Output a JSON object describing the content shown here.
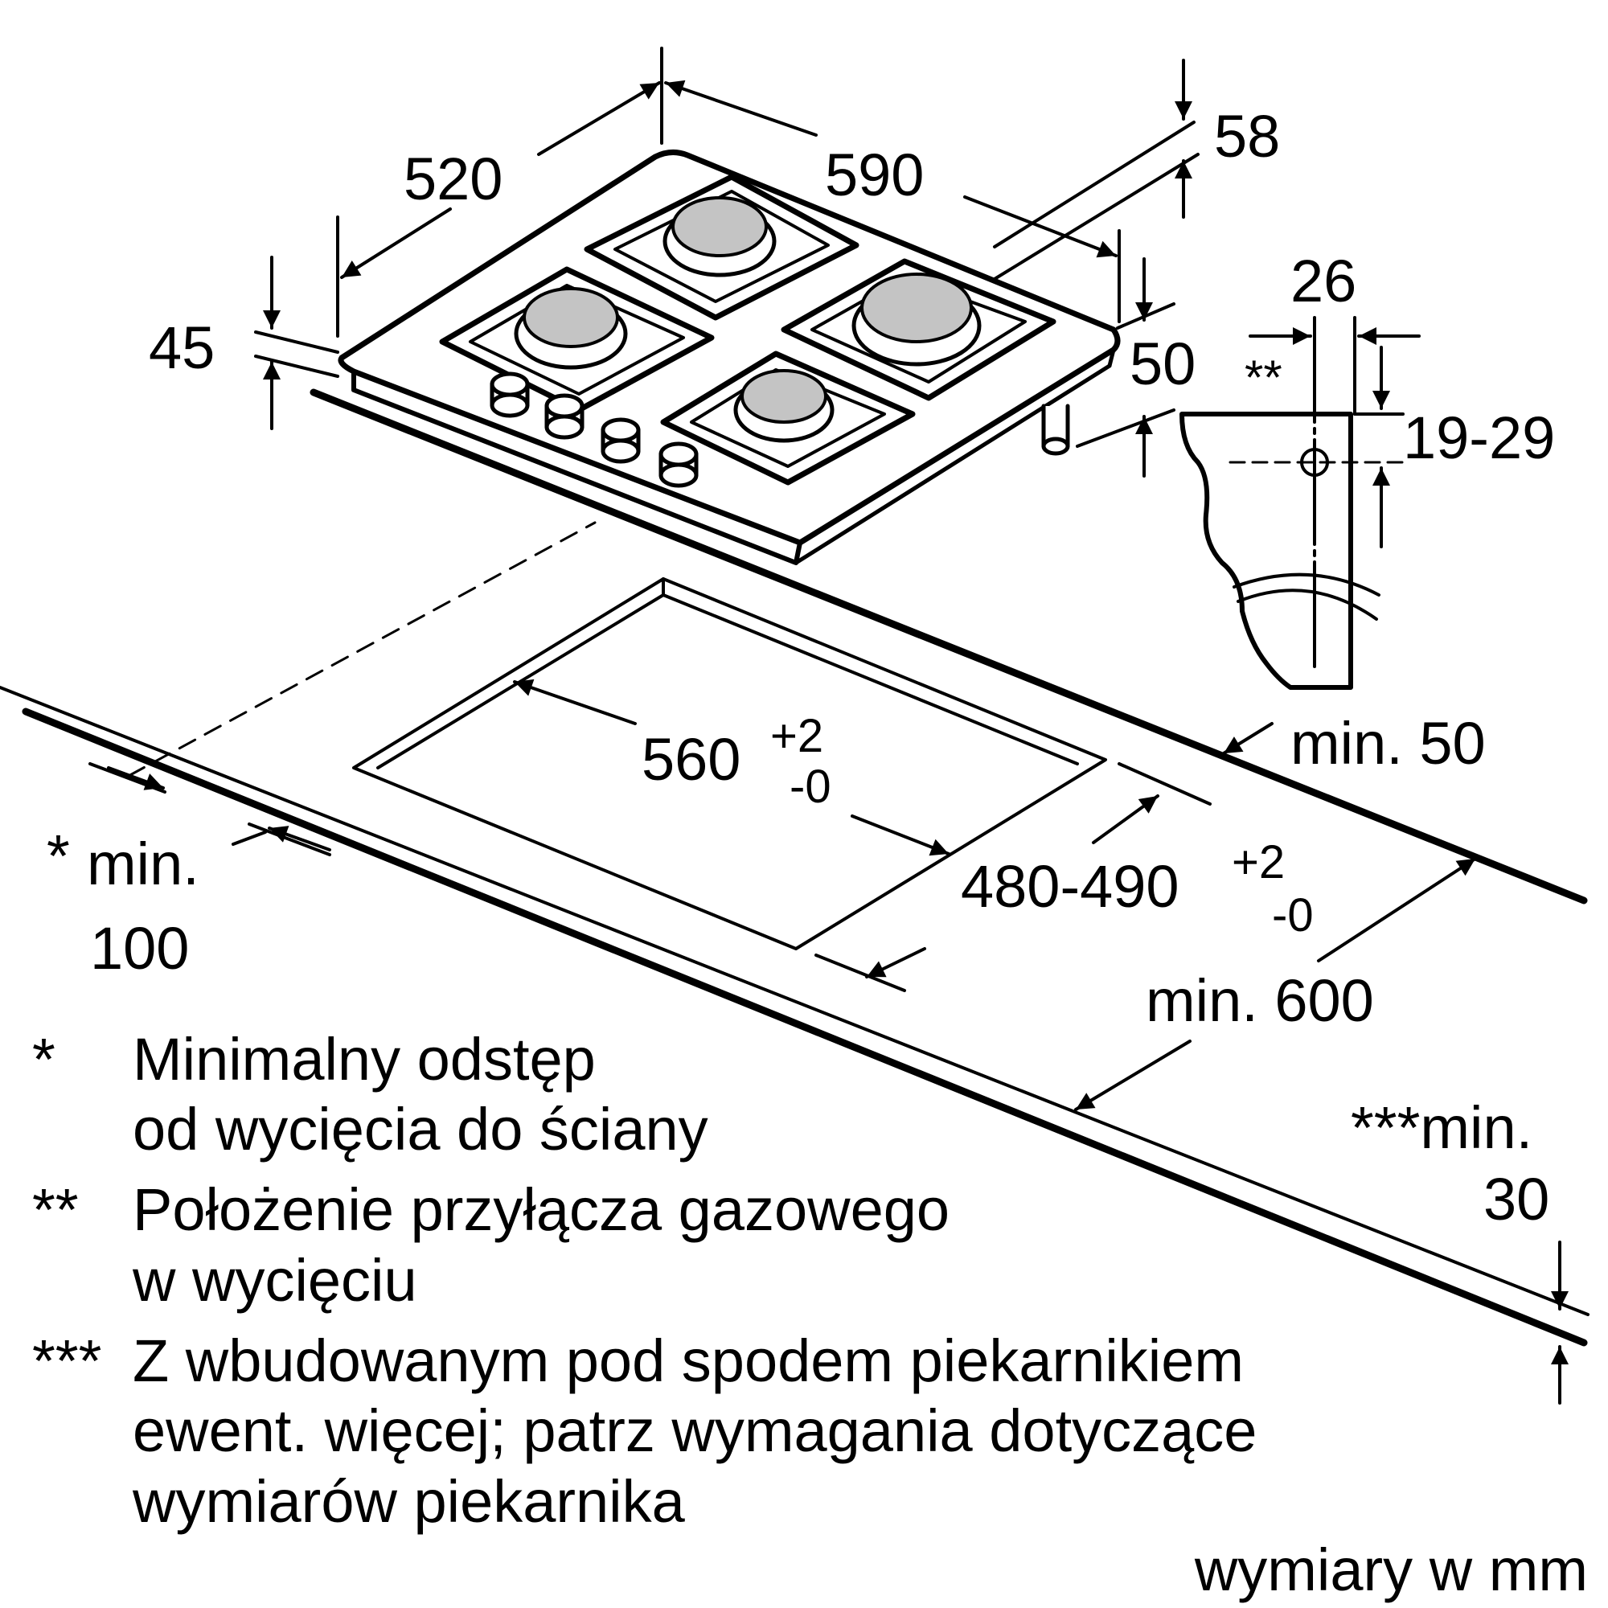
{
  "dimensions": {
    "depth": "520",
    "width": "590",
    "front_offset": "45",
    "back_offset": "58",
    "height_below": "50",
    "gas_pos": "26",
    "gas_marker": "**",
    "gas_height": "19-29",
    "cutout_width_base": "560",
    "cutout_width_tol_upper": "+2",
    "cutout_width_tol_lower": "-0",
    "cutout_depth_base": "480-490",
    "cutout_depth_tol_upper": "+2",
    "cutout_depth_tol_lower": "-0",
    "min_back": "min. 50",
    "min_side_star": "*",
    "min_side_line1": "min.",
    "min_side_line2": "100",
    "min_depth": "min. 600",
    "min_below_line1": "***min.",
    "min_below_line2": "30"
  },
  "notes": [
    {
      "marker": "*",
      "lines": [
        "Minimalny odstęp",
        "od wycięcia do ściany"
      ]
    },
    {
      "marker": "**",
      "lines": [
        "Położenie przyłącza gazowego",
        "w wycięciu"
      ]
    },
    {
      "marker": "***",
      "lines": [
        "Z wbudowanym pod spodem piekarnikiem",
        "ewent. więcej; patrz wymagania dotyczące",
        "wymiarów piekarnika"
      ]
    }
  ],
  "units_label": "wymiary w mm"
}
